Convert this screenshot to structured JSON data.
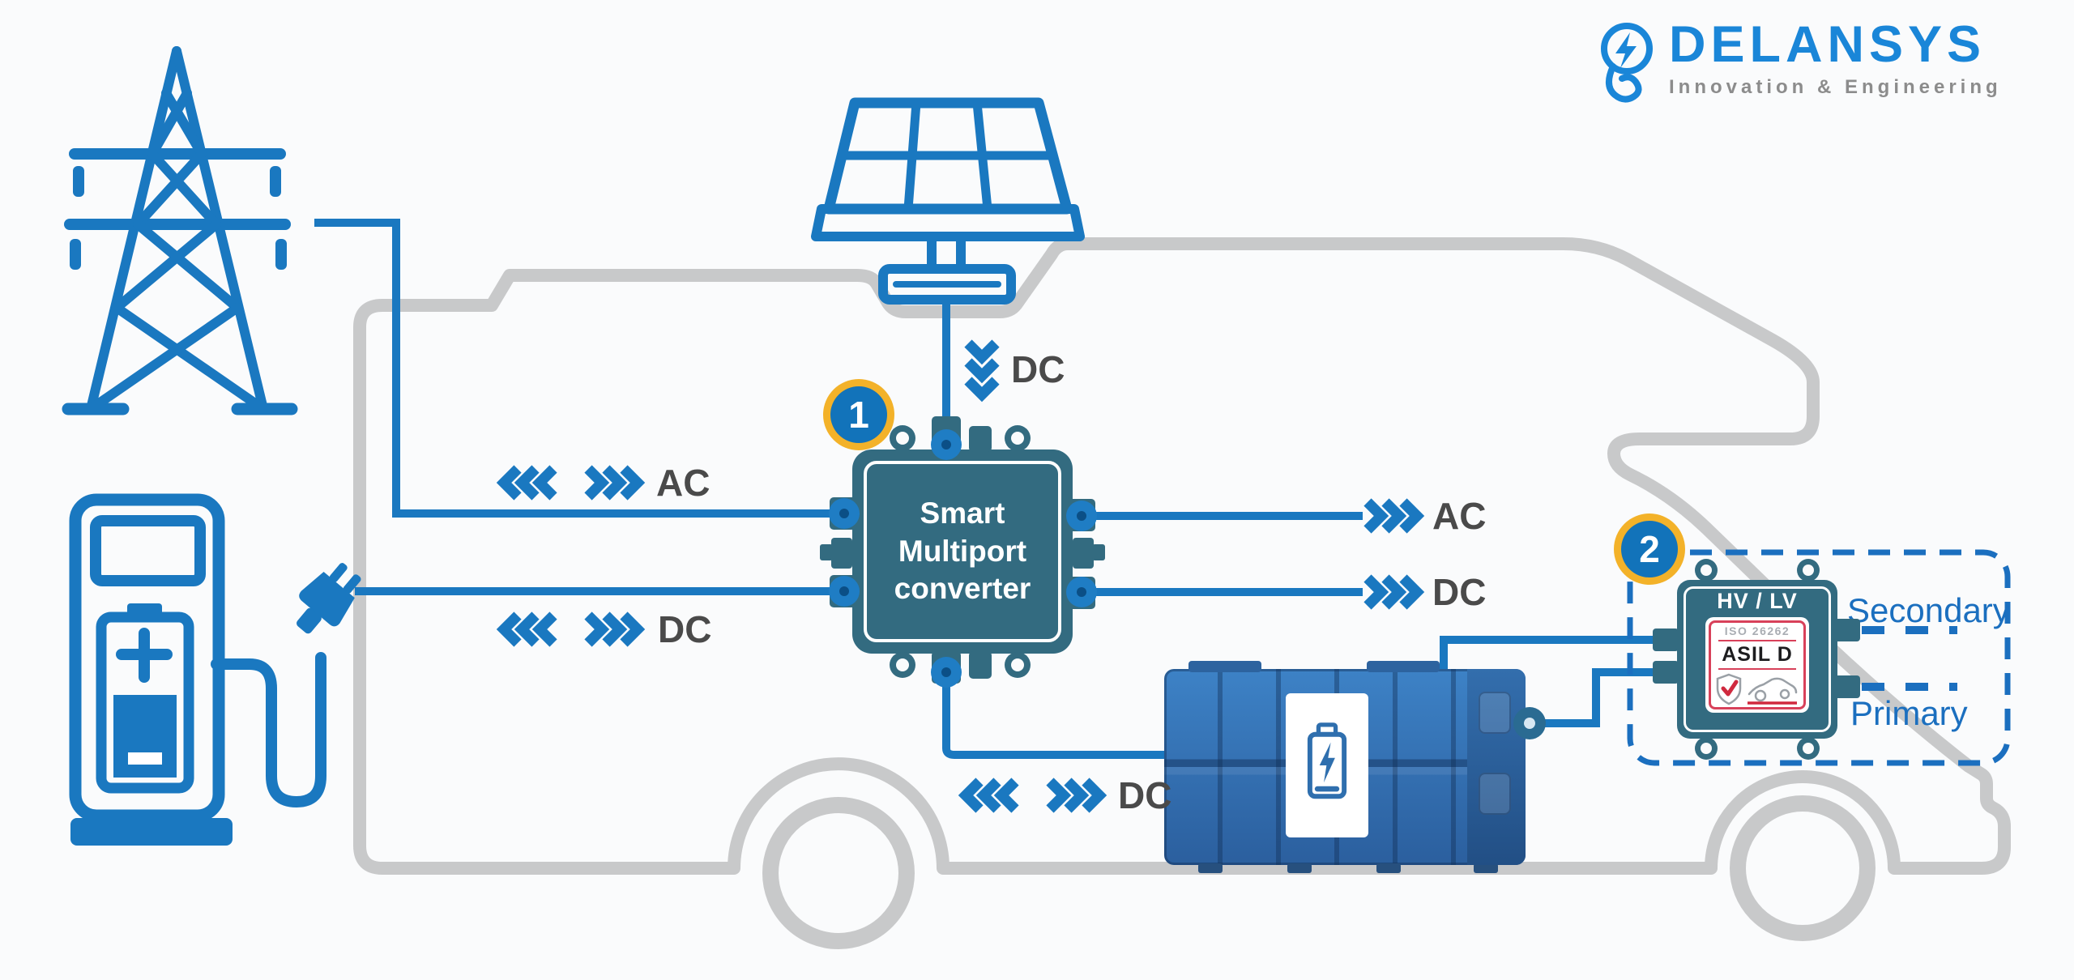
{
  "logo": {
    "brand": "DELANSYS",
    "tagline": "Innovation & Engineering"
  },
  "badges": {
    "step1": "1",
    "step2": "2"
  },
  "converter": {
    "line1": "Smart",
    "line2": "Multiport",
    "line3": "converter"
  },
  "hvlv": {
    "title": "HV / LV",
    "iso_standard": "ISO 26262",
    "asil_level": "ASIL D"
  },
  "flow_labels": {
    "solar_dc": "DC",
    "grid_ac": "AC",
    "charger_dc": "DC",
    "ac_output": "AC",
    "dc_output": "DC",
    "battery_dc": "DC",
    "secondary": "Secondary",
    "primary": "Primary"
  },
  "icons": {
    "logo_mark": "lightbulb-bolt-icon",
    "grid": "transmission-tower-icon",
    "charging_station": "ev-charging-station-icon",
    "plug": "charging-plug-icon",
    "solar": "solar-panel-icon",
    "vehicle": "campervan-outline-icon",
    "battery": "ev-battery-pack-icon",
    "battery_symbol": "battery-bolt-icon",
    "safety": "shield-check-icon",
    "car_sketch": "car-outline-icon"
  },
  "colors": {
    "line_blue": "#1a78c0",
    "module_teal": "#336b80",
    "vehicle_gray": "#c8c9ca",
    "badge_blue": "#1273ba",
    "badge_ring_yellow": "#f3b229",
    "label_gray": "#4a4a4a",
    "network_blue": "#1b6fbf",
    "logo_blue": "#1a86d8",
    "logo_gray": "#8c8c8c",
    "asil_red": "#d8415a",
    "battery_blue": "#3572b4"
  }
}
